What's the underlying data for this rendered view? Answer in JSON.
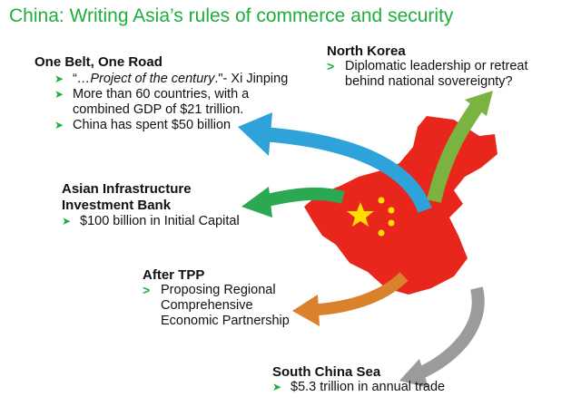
{
  "title": "China: Writing Asia’s rules of commerce and security",
  "obor": {
    "heading": "One Belt, One Road",
    "quote_italic": "…Project of the century",
    "quote_rest": ".\"-  Xi Jinping",
    "quote_open": "“",
    "bullets": [
      "More than 60 countries, with a combined GDP of $21 trillion.",
      "China has spent $50 billion"
    ]
  },
  "nk": {
    "heading": "North Korea",
    "bullet": "Diplomatic leadership or retreat behind national sovereignty?"
  },
  "aiib": {
    "heading": "Asian Infrastructure Investment Bank",
    "bullet": "$100 billion in Initial Capital"
  },
  "tpp": {
    "heading": "After TPP",
    "bullet": "Proposing Regional Comprehensive Economic Partnership"
  },
  "scs": {
    "heading": "South China Sea",
    "bullet": "$5.3 trillion in annual trade"
  },
  "colors": {
    "accent": "#1fae3c",
    "china": "#e8261c",
    "star": "#ffde00",
    "blue": "#2ea3d9",
    "green": "#7ab33f",
    "darkgreen": "#2aa952",
    "orange": "#d9822b",
    "gray": "#9b9b9b"
  }
}
